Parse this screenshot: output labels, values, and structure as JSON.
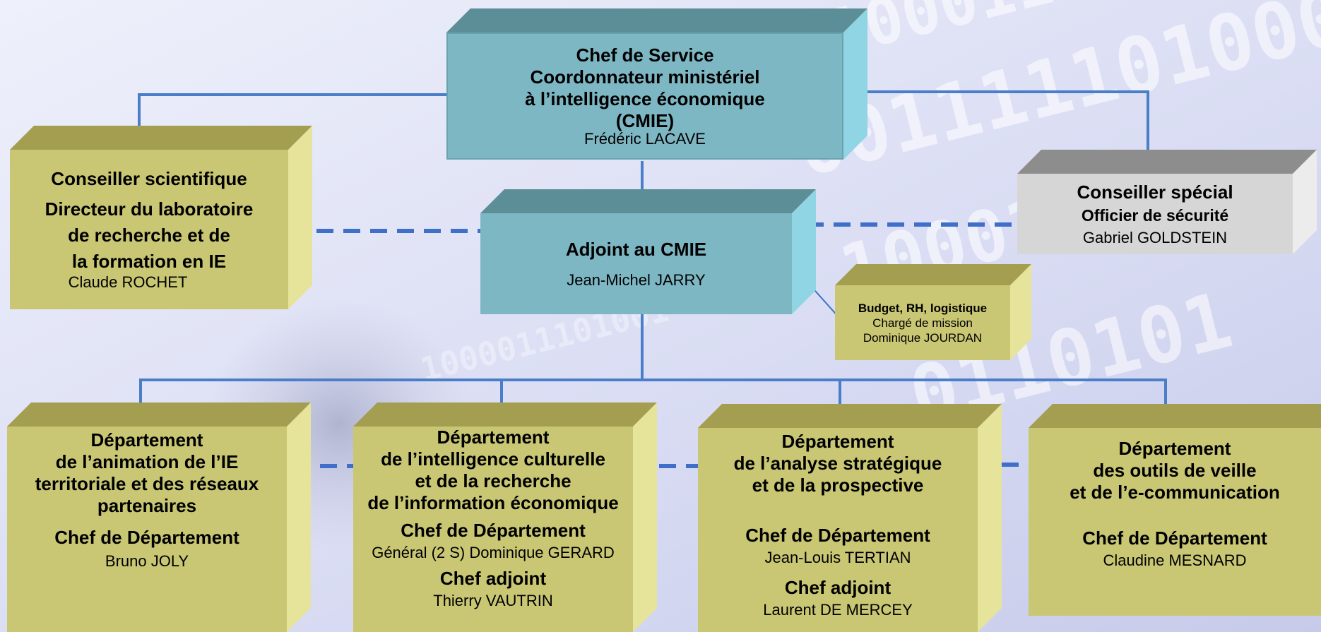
{
  "colors": {
    "teal_front": "#7eb7c4",
    "olive_front": "#c9c774",
    "grey_front": "#d6d6d6",
    "line_blue": "#4a7ec9"
  },
  "chef": {
    "title": "Chef de Service",
    "line2": "Coordonnateur ministériel",
    "line3": "à l’intelligence économique",
    "line4": "(CMIE)",
    "name": "Frédéric LACAVE"
  },
  "adjoint": {
    "title": "Adjoint au CMIE",
    "name": "Jean-Michel JARRY"
  },
  "conseiller_scientifique": {
    "title": "Conseiller scientifique",
    "line2": "Directeur du laboratoire",
    "line3": "de recherche et de",
    "line4": "la formation en IE",
    "name": "Claude ROCHET"
  },
  "conseiller_special": {
    "title": "Conseiller spécial",
    "line2": "Officier de sécurité",
    "name": "Gabriel GOLDSTEIN"
  },
  "budget": {
    "title": "Budget, RH, logistique",
    "line2": "Chargé de mission",
    "name": "Dominique JOURDAN"
  },
  "departments": [
    {
      "l1": "Département",
      "l2": "de l’animation de l’IE",
      "l3": "territoriale et des réseaux",
      "l4": "partenaires",
      "chef_label": "Chef de Département",
      "chef_name": "Bruno JOLY"
    },
    {
      "l1": "Département",
      "l2": "de l’intelligence culturelle",
      "l3": "et de la recherche",
      "l4": "de l’information économique",
      "chef_label": "Chef de Département",
      "chef_name": "Général (2 S) Dominique GERARD",
      "adj_label": "Chef adjoint",
      "adj_name": "Thierry VAUTRIN"
    },
    {
      "l1": "Département",
      "l2": "de l’analyse stratégique",
      "l3": "et de la prospective",
      "chef_label": "Chef de Département",
      "chef_name": "Jean-Louis TERTIAN",
      "adj_label": "Chef adjoint",
      "adj_name": "Laurent DE MERCEY"
    },
    {
      "l1": "Département",
      "l2": "des outils de veille",
      "l3": "et de l’e-communication",
      "chef_label": "Chef de Département",
      "chef_name": "Claudine MESNARD"
    }
  ]
}
